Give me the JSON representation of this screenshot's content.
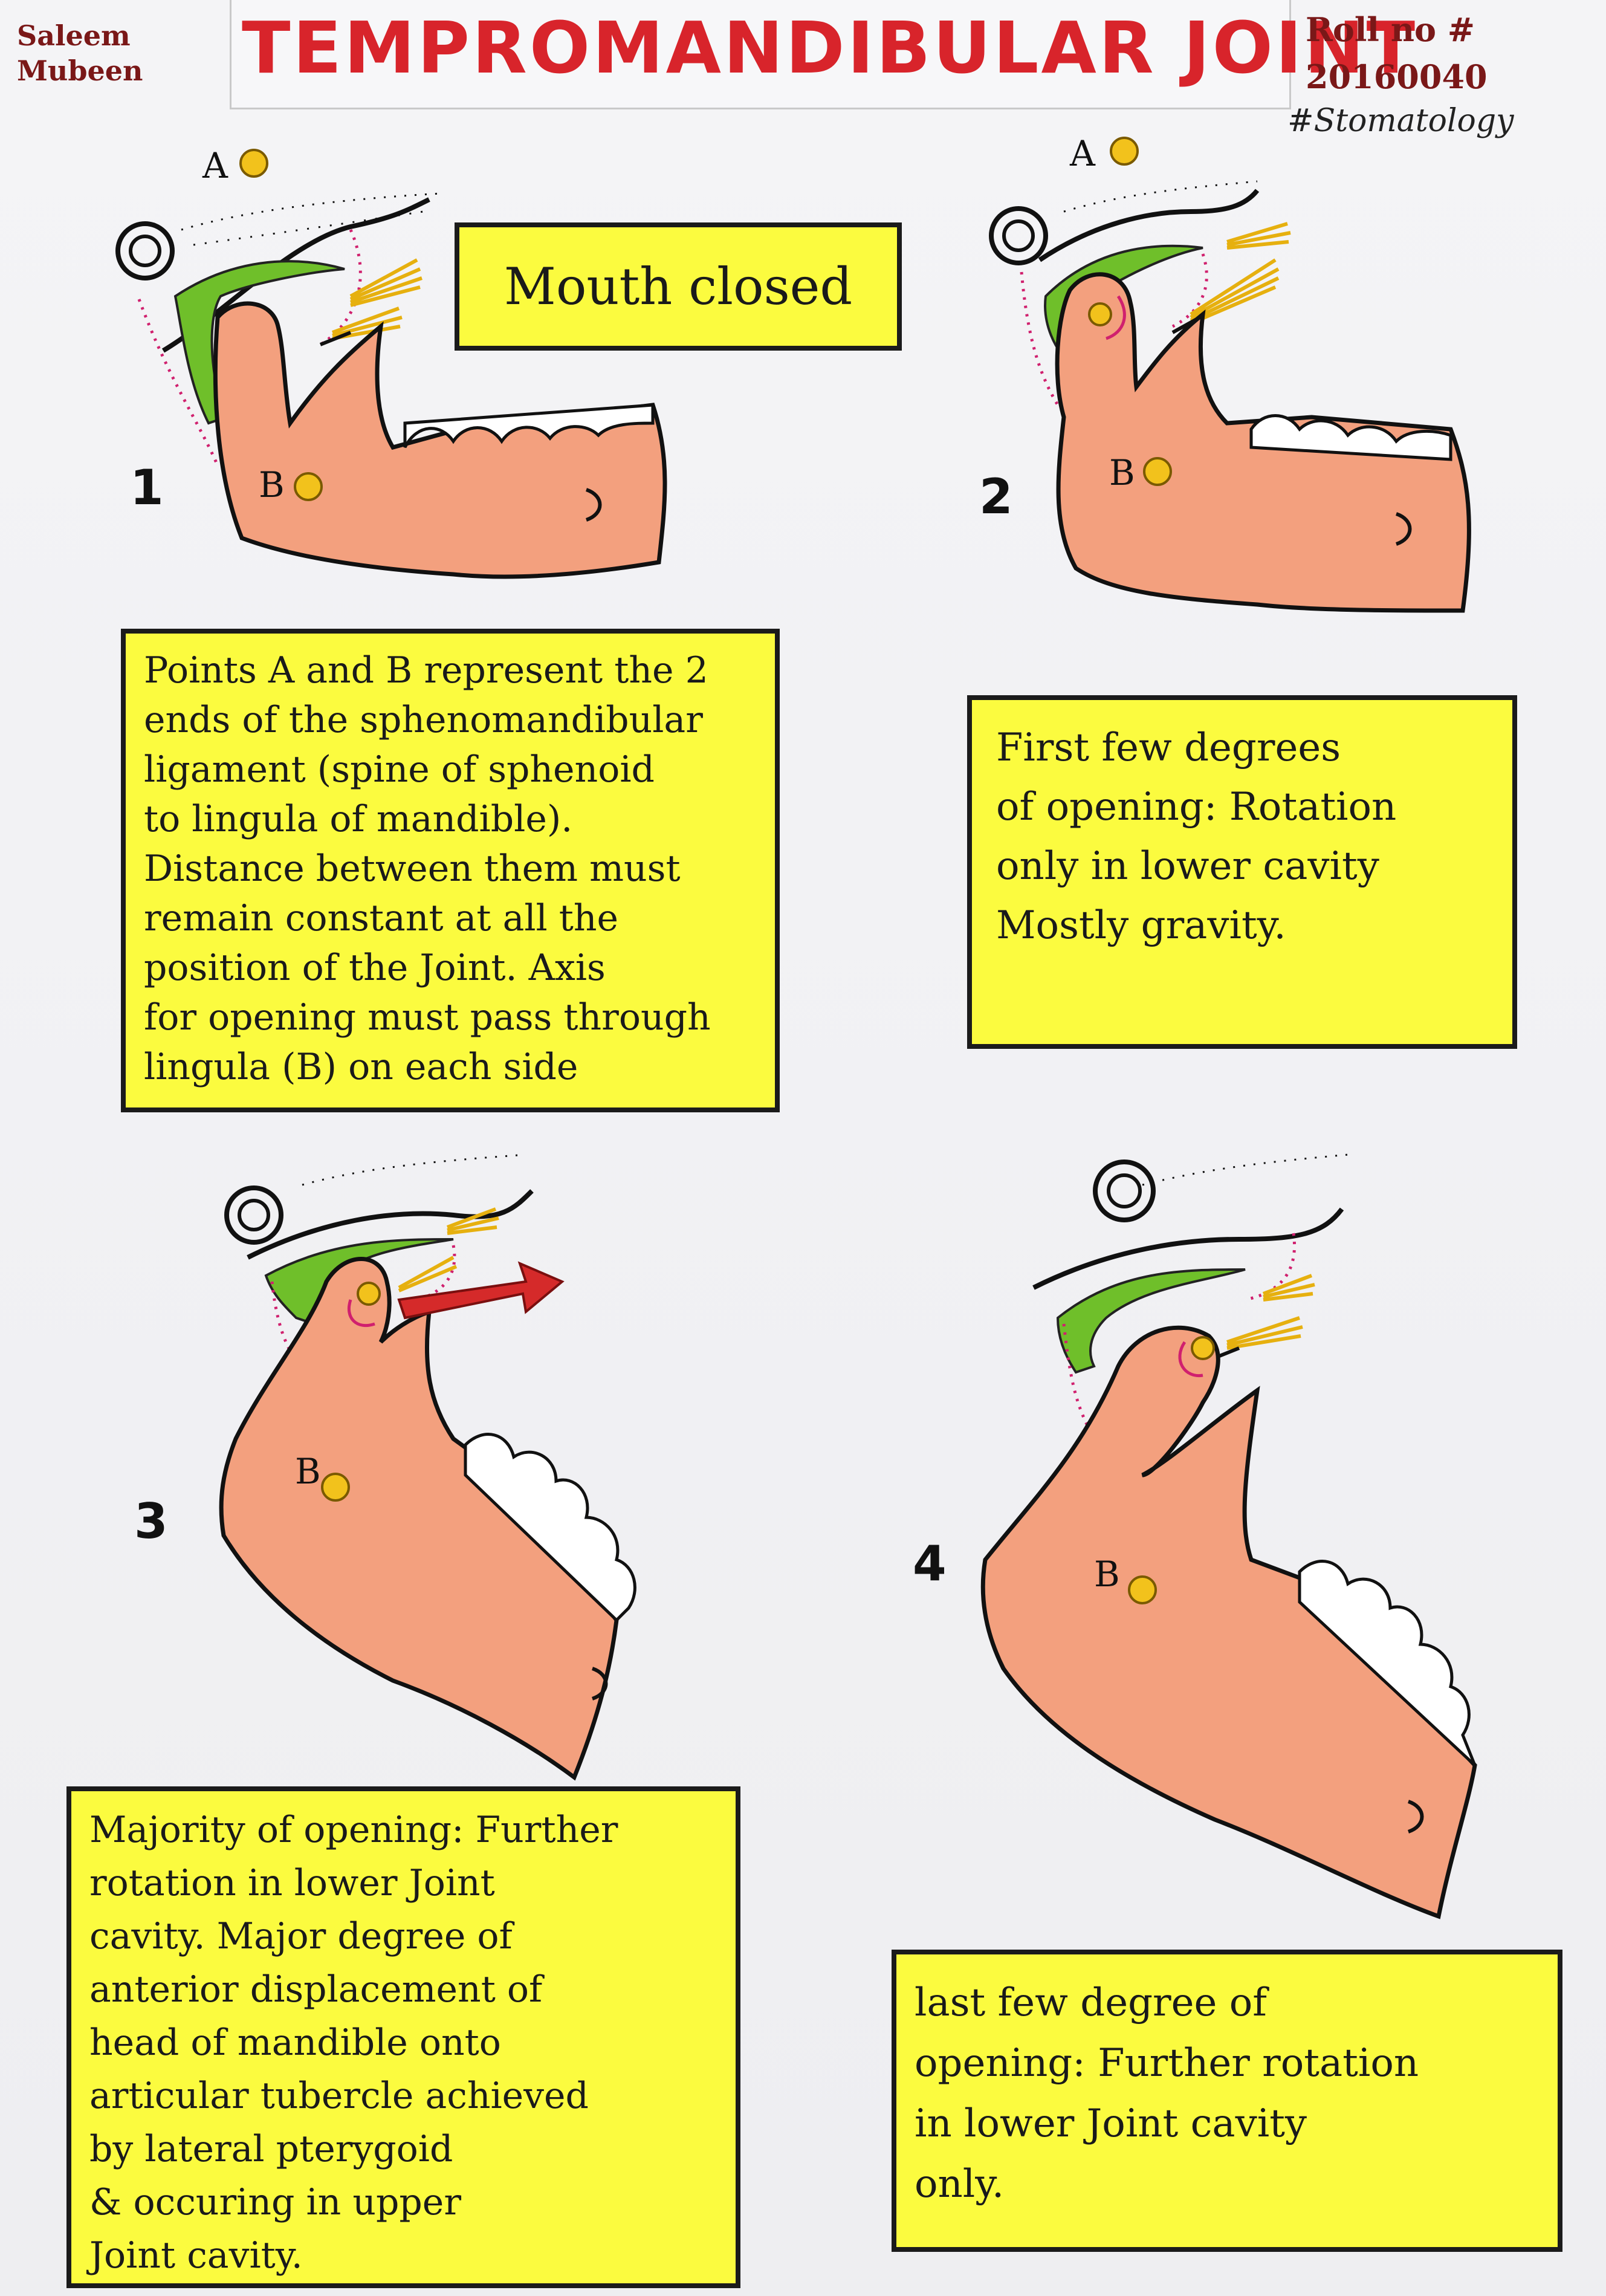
{
  "author": "Saleem\nMubeen",
  "title": "TEMPROMANDIBULAR JOINT",
  "roll": "Roll no #\n20160040",
  "hashtag": "#Stomatology",
  "mouth_closed": "Mouth closed",
  "point_a": "A",
  "point_b": "B",
  "figures": [
    {
      "number": "1"
    },
    {
      "number": "2"
    },
    {
      "number": "3"
    },
    {
      "number": "4"
    }
  ],
  "notes": {
    "note1": "Points A and B represent the 2\nends of the sphenomandibular\nligament (spine of sphenoid\nto lingula of mandible).\nDistance between them must\nremain constant at all the\nposition of the Joint. Axis\nfor opening must pass through\nlingula (B) on each side",
    "note2": "First few degrees\nof opening: Rotation\nonly in lower cavity\nMostly gravity.",
    "note3": "Majority of opening: Further\nrotation in lower Joint\ncavity. Major degree of\nanterior displacement of\nhead of mandible onto\narticular tubercle achieved\nby lateral pterygoid\n& occuring in upper\nJoint cavity.",
    "note4": "last few degree of\nopening: Further rotation\nin lower Joint cavity\nonly."
  },
  "colors": {
    "bone": "#f3a07e",
    "disc": "#6fbf2a",
    "note_bg": "#fbfb3f",
    "title": "#d8242b",
    "muscle": "#f0c020",
    "arrow": "#d52a2a",
    "point": "#f2c21c"
  }
}
